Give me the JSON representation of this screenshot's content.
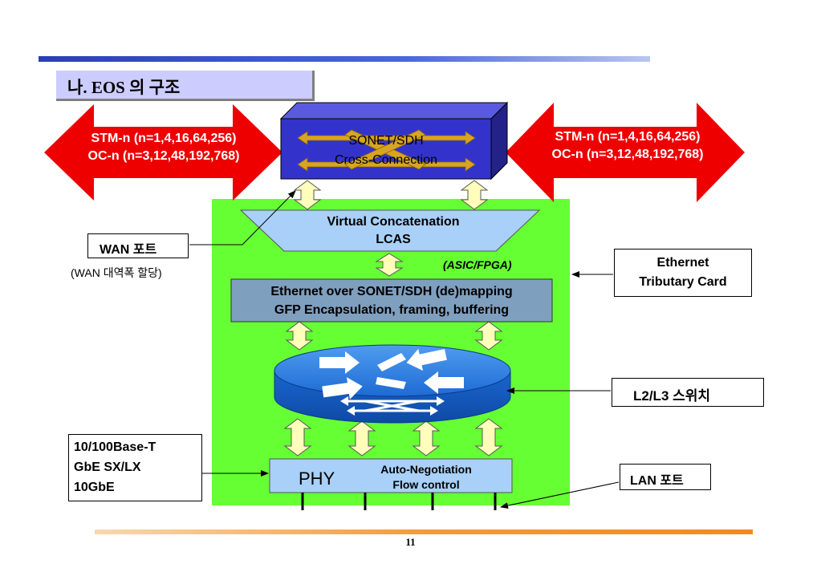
{
  "title": "나. EOS 의 구조",
  "wan_left": {
    "line1": "STM-n (n=1,4,16,64,256)",
    "line2": "OC-n (n=3,12,48,192,768)"
  },
  "wan_right": {
    "line1": "STM-n (n=1,4,16,64,256)",
    "line2": "OC-n (n=3,12,48,192,768)"
  },
  "cross_connect": {
    "line1": "SONET/SDH",
    "line2": "Cross-Connection"
  },
  "vcat": {
    "line1": "Virtual Concatenation",
    "line2": "LCAS"
  },
  "asic_label": "(ASIC/FPGA)",
  "mapping": {
    "line1": "Ethernet over SONET/SDH (de)mapping",
    "line2": "GFP Encapsulation, framing, buffering"
  },
  "phy": {
    "label": "PHY",
    "line1": "Auto-Negotiation",
    "line2": "Flow control"
  },
  "wan_port": {
    "label": "WAN 포트",
    "note": "(WAN 대역폭 할당)"
  },
  "ethernet_card": {
    "line1": "Ethernet",
    "line2": "Tributary Card"
  },
  "switch_label": "L2/L3 스위치",
  "interfaces": {
    "line1": "10/100Base-T",
    "line2": "GbE SX/LX",
    "line3": "10GbE"
  },
  "lan_port": "LAN 포트",
  "page_number": "11",
  "colors": {
    "header_bar": "#3b56c6",
    "footer_bar": "#f0a24a",
    "title_box": "#ccccff",
    "card_green": "#66ff33",
    "red_arrow": "#ee0000",
    "cross_connect_blue": "#3333cc",
    "light_blue": "#a8d0f8",
    "switch_blue": "#1a6fd8",
    "yellow_arrow": "#ffffbb",
    "mapping_bg": "#7f9fbf"
  }
}
